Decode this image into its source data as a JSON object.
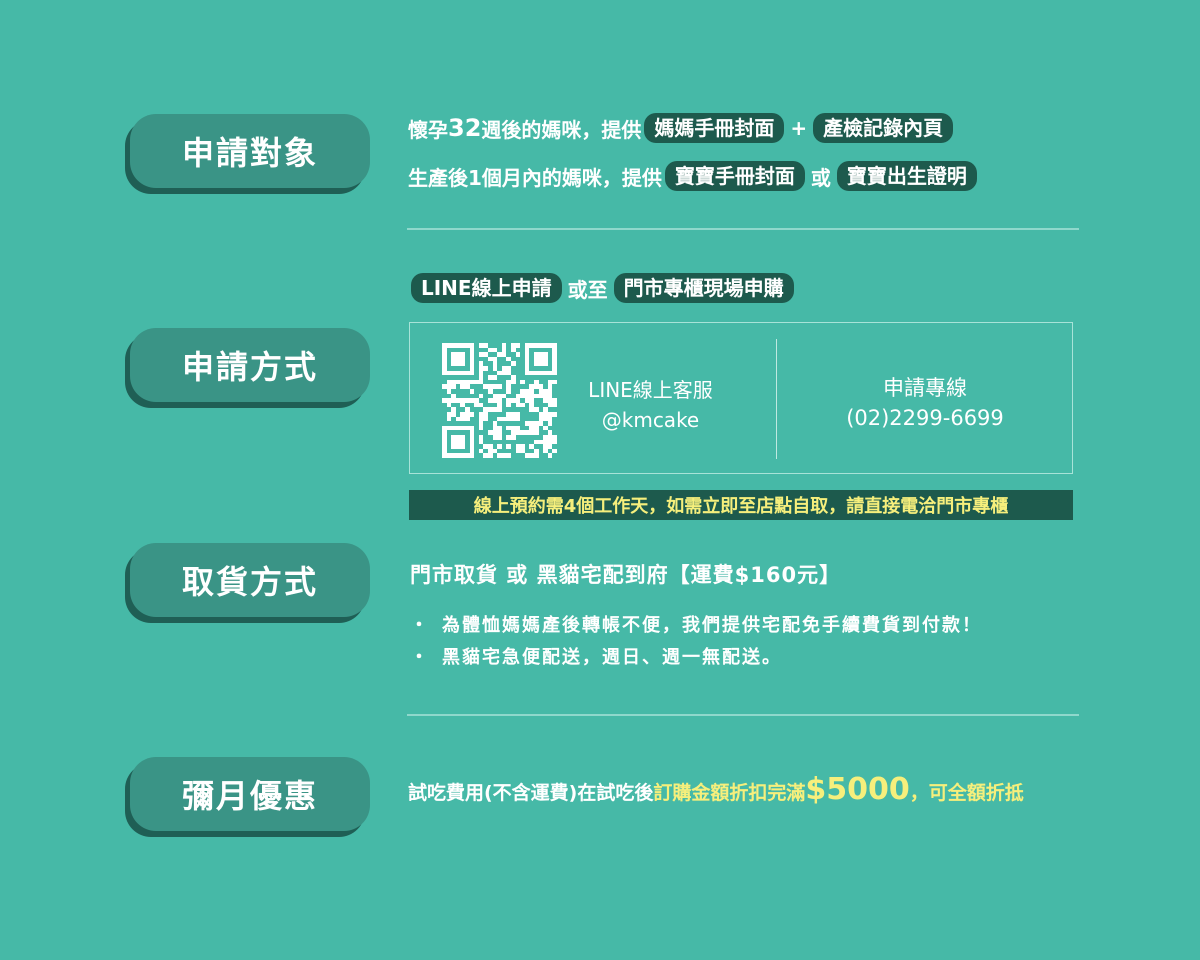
{
  "colors": {
    "background": "#46b9a7",
    "label_bg": "#3a9486",
    "label_shadow": "#1f5f55",
    "pill_bg": "#1d5a4d",
    "highlight_yellow": "#f6ef7c",
    "text": "#ffffff"
  },
  "sections": {
    "eligibility": {
      "label": "申請對象",
      "line1": {
        "prefix": "懷孕",
        "number": "32",
        "middle": "週後的媽咪，提供",
        "pill1": "媽媽手冊封面",
        "joiner": "+",
        "pill2": "產檢記錄內頁"
      },
      "line2": {
        "prefix": "生產後1個月內的媽咪，提供",
        "pill1": "寶寶手冊封面",
        "joiner": "或",
        "pill2": "寶寶出生證明"
      }
    },
    "apply_method": {
      "label": "申請方式",
      "options": {
        "pill1": "LINE線上申請",
        "joiner": "或至",
        "pill2": "門市專櫃現場申購"
      },
      "contact": {
        "qr_icon": "qr-code-icon",
        "line_title": "LINE線上客服",
        "line_id": "@kmcake",
        "hotline_title": "申請專線",
        "hotline_number": "(02)2299-6699"
      },
      "notice": "線上預約需4個工作天，如需立即至店點自取，請直接電洽門市專櫃"
    },
    "pickup": {
      "label": "取貨方式",
      "title": "門市取貨 或 黑貓宅配到府【運費$160元】",
      "bullets": [
        "為體恤媽媽產後轉帳不便，我們提供宅配免手續費貨到付款！",
        "黑貓宅急便配送，週日、週一無配送。"
      ],
      "bullet_glyph": "・"
    },
    "full_month_offer": {
      "label": "彌月優惠",
      "text_plain": "試吃費用(不含運費)在試吃後",
      "text_highlight": "訂購金額折扣完滿",
      "amount": "$5000",
      "text_suffix": "，可全額折抵"
    }
  }
}
